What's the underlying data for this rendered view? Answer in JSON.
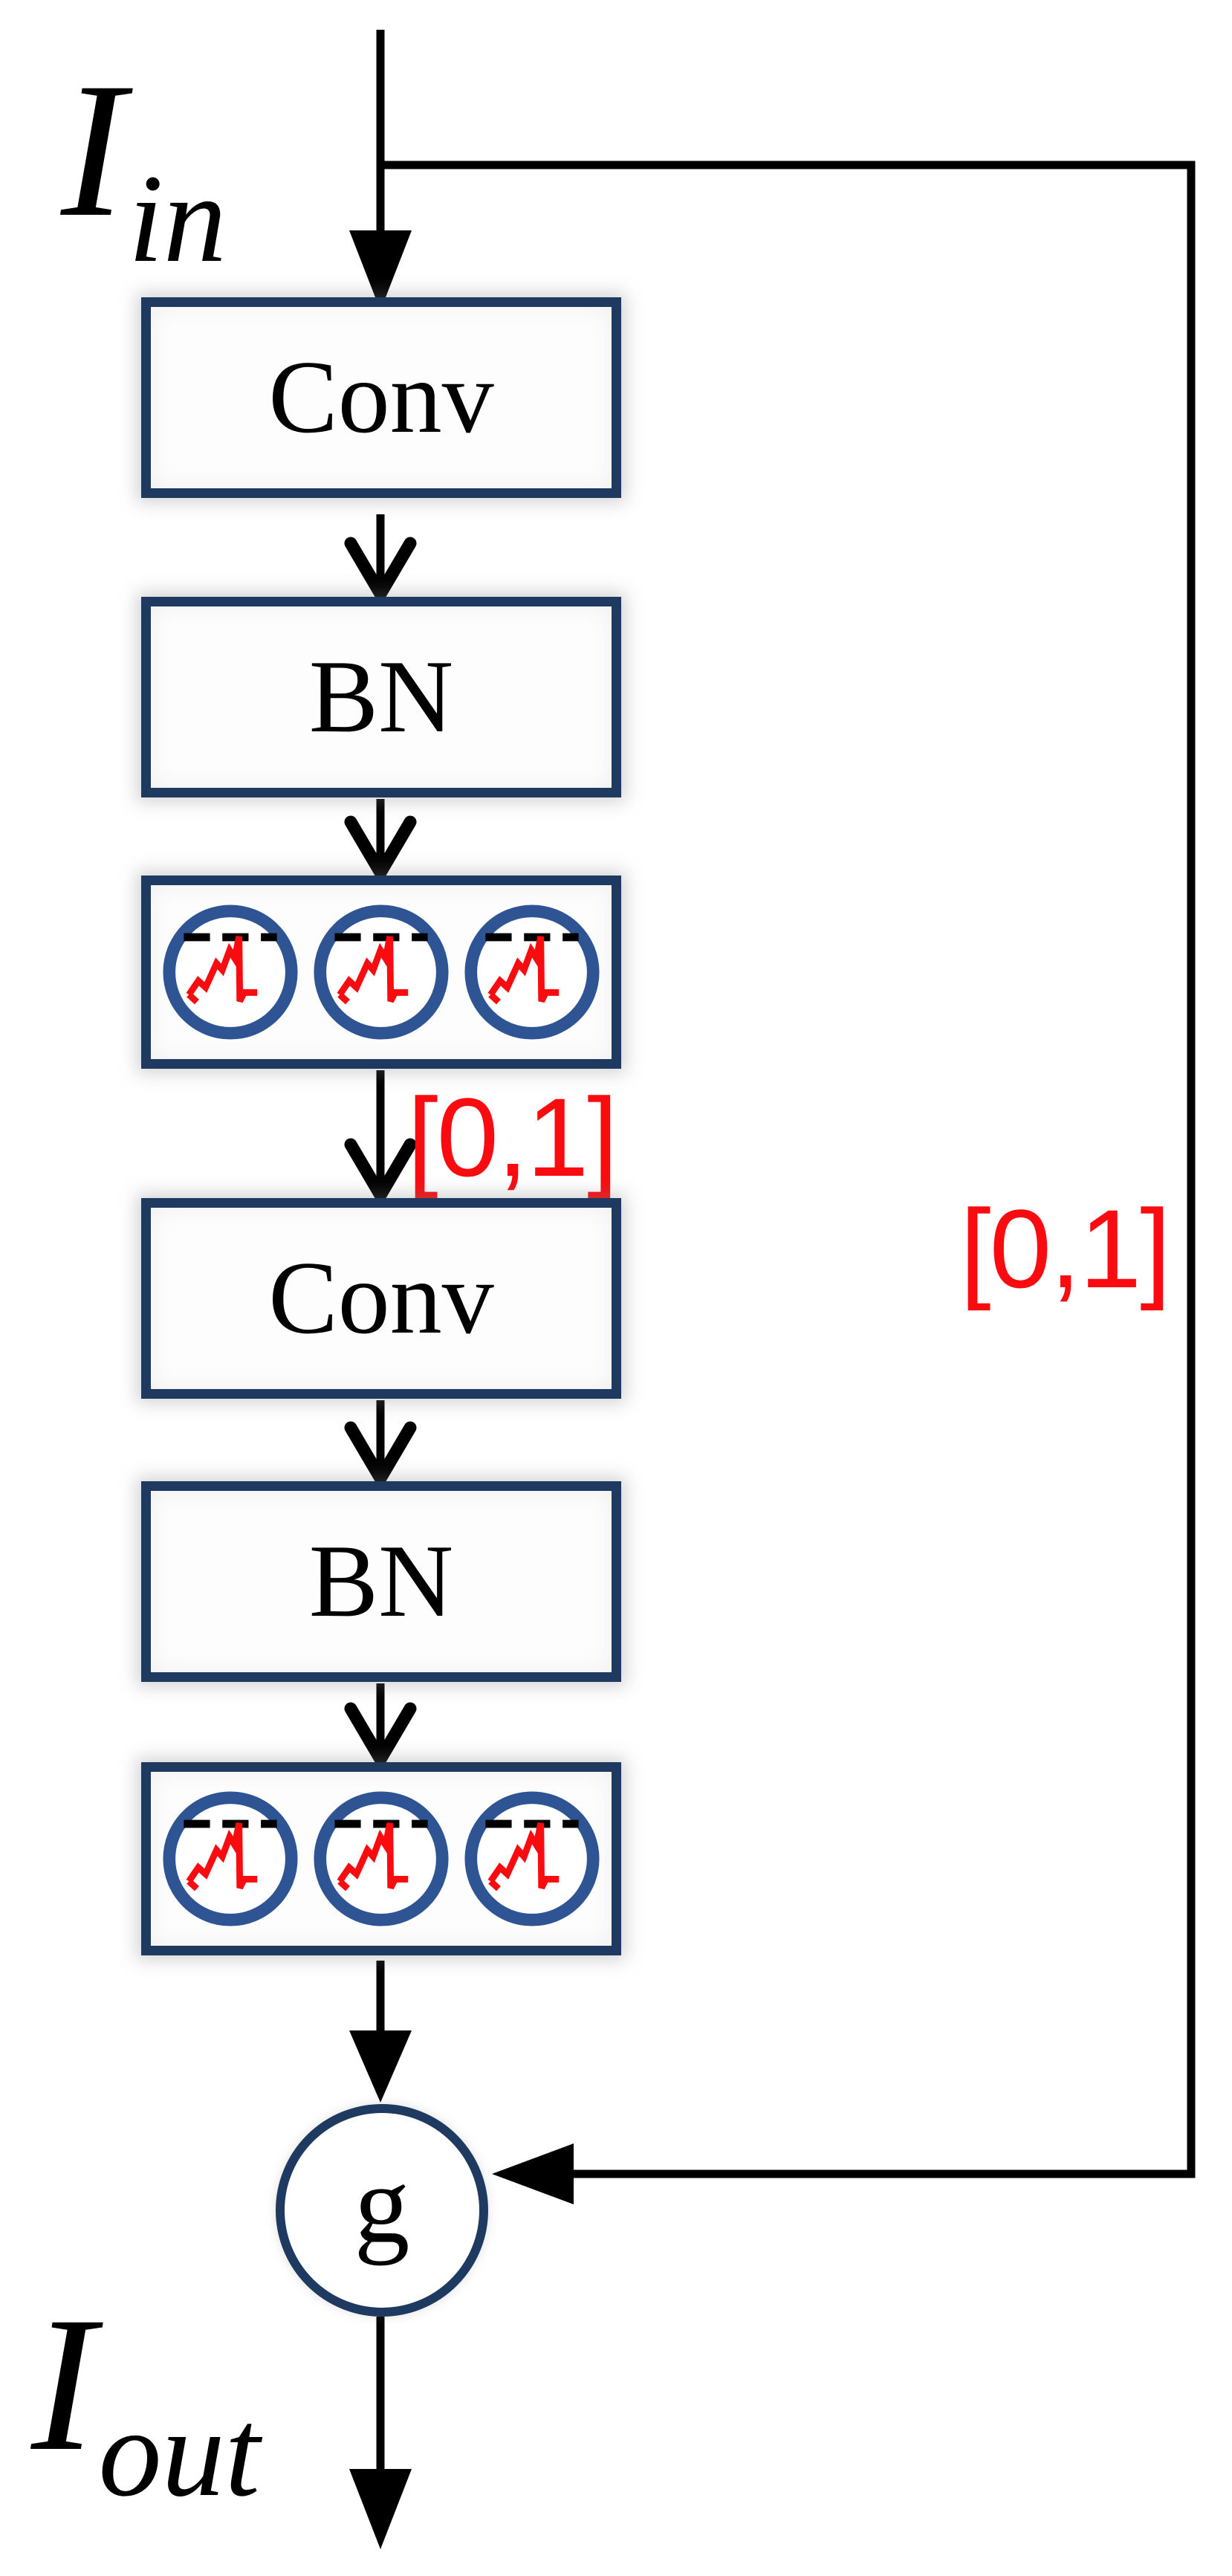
{
  "diagram": {
    "type": "neural-network-residual-block",
    "input_label": {
      "symbol": "I",
      "subscript": "in"
    },
    "output_label": {
      "symbol": "I",
      "subscript": "out"
    },
    "blocks": {
      "conv1": {
        "label": "Conv"
      },
      "bn1": {
        "label": "BN"
      },
      "sn1": {
        "icon": "spiking-neuron-icon",
        "neuron_count": 3
      },
      "conv2": {
        "label": "Conv"
      },
      "bn2": {
        "label": "BN"
      },
      "sn2": {
        "icon": "spiking-neuron-icon",
        "neuron_count": 3
      },
      "gate": {
        "label": "g"
      }
    },
    "range_labels": {
      "inner": "[0,1]",
      "skip": "[0,1]"
    },
    "colors": {
      "navy": "#1f3a60",
      "blue": "#2e5494",
      "red": "#f90b10",
      "ink": "#000000",
      "paper": "#ffffff"
    }
  }
}
